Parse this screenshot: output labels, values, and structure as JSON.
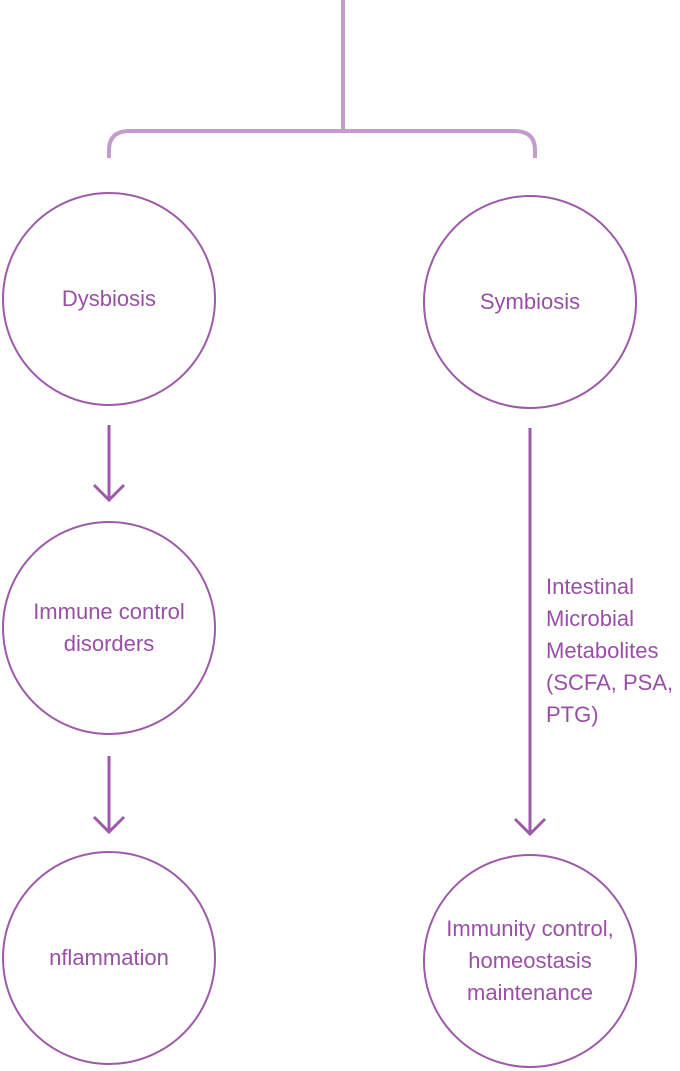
{
  "colors": {
    "stroke": "#9c5aa8",
    "connector": "#c49ccc",
    "text": "#9a4fa6",
    "background": "#ffffff"
  },
  "nodes": {
    "dysbiosis": "Dysbiosis",
    "symbiosis": "Symbiosis",
    "immune_control_disorders": "Immune control\ndisorders",
    "inflammation": "nflammation",
    "immunity_control": "Immunity control,\nhomeostasis\nmaintenance"
  },
  "edge_labels": {
    "metabolites": "Intestinal\nMicrobial\nMetabolites\n(SCFA, PSA,\nPTG)"
  }
}
